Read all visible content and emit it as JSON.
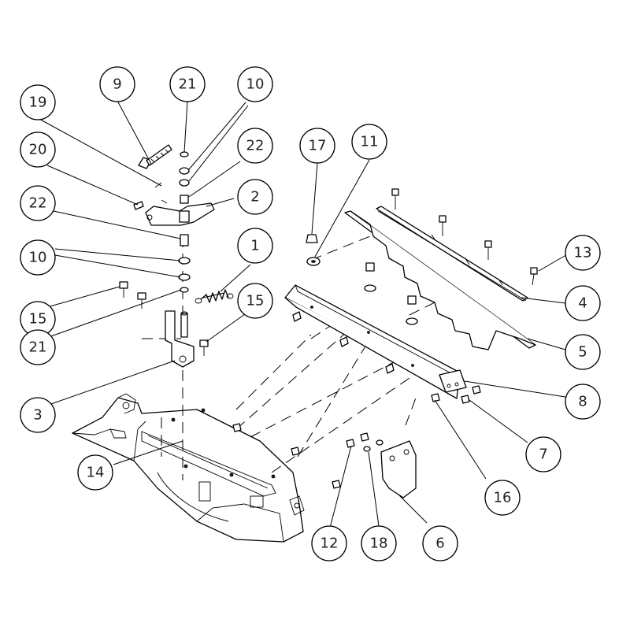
{
  "callouts": [
    {
      "label": "9",
      "target": "tension-rod"
    },
    {
      "label": "21",
      "target": "e-clip"
    },
    {
      "label": "10",
      "target": "washer"
    },
    {
      "label": "19",
      "target": "cotter-pin"
    },
    {
      "label": "22",
      "target": "spacer-bushing"
    },
    {
      "label": "20",
      "target": "clevis-pin"
    },
    {
      "label": "2",
      "target": "idler-arm"
    },
    {
      "label": "17",
      "target": "cap-nut"
    },
    {
      "label": "11",
      "target": "flat-washer"
    },
    {
      "label": "22",
      "target": "spacer-bushing"
    },
    {
      "label": "13",
      "target": "hex-bolt"
    },
    {
      "label": "1",
      "target": "extension-spring"
    },
    {
      "label": "10",
      "target": "washer"
    },
    {
      "label": "15",
      "target": "flange-bolt"
    },
    {
      "label": "15",
      "target": "flange-bolt"
    },
    {
      "label": "4",
      "target": "deflector-strip"
    },
    {
      "label": "5",
      "target": "toothed-deflector"
    },
    {
      "label": "21",
      "target": "e-clip"
    },
    {
      "label": "3",
      "target": "pivot-bracket"
    },
    {
      "label": "8",
      "target": "mounting-channel"
    },
    {
      "label": "7",
      "target": "nut"
    },
    {
      "label": "14",
      "target": "belt-guard-housing"
    },
    {
      "label": "16",
      "target": "nut"
    },
    {
      "label": "12",
      "target": "bolt"
    },
    {
      "label": "18",
      "target": "washer"
    },
    {
      "label": "6",
      "target": "cover-plate"
    }
  ]
}
